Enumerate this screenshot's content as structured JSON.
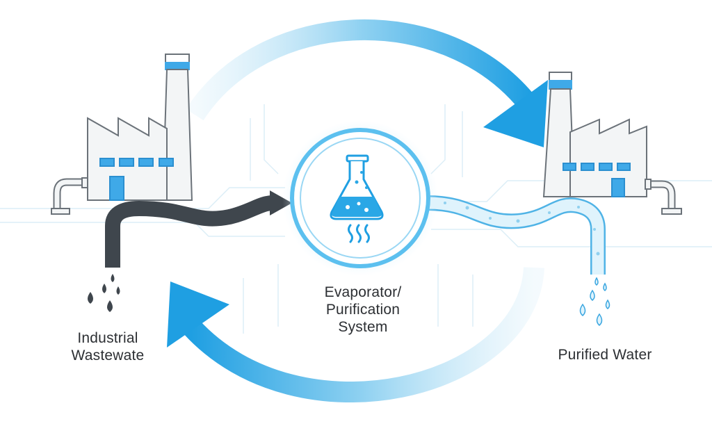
{
  "labels": {
    "wastewater": [
      "Industrial",
      "Wastewate"
    ],
    "system": [
      "Evaporator/",
      "Purification",
      "System"
    ],
    "purified": "Purified Water"
  },
  "icons": {
    "left_factory": "factory-icon",
    "right_factory": "factory-icon",
    "center": "flask-icon",
    "steam": "steam-icon",
    "dirty_drops": "droplet-icon",
    "clean_drops": "droplet-icon"
  },
  "colors": {
    "accent_blue": "#2aa7e6",
    "light_blue": "#bfe6f8",
    "dark_pipe": "#3f464d",
    "factory_outline": "#6b7279",
    "window_blue": "#3fa9e8",
    "text": "#2c2f33"
  }
}
